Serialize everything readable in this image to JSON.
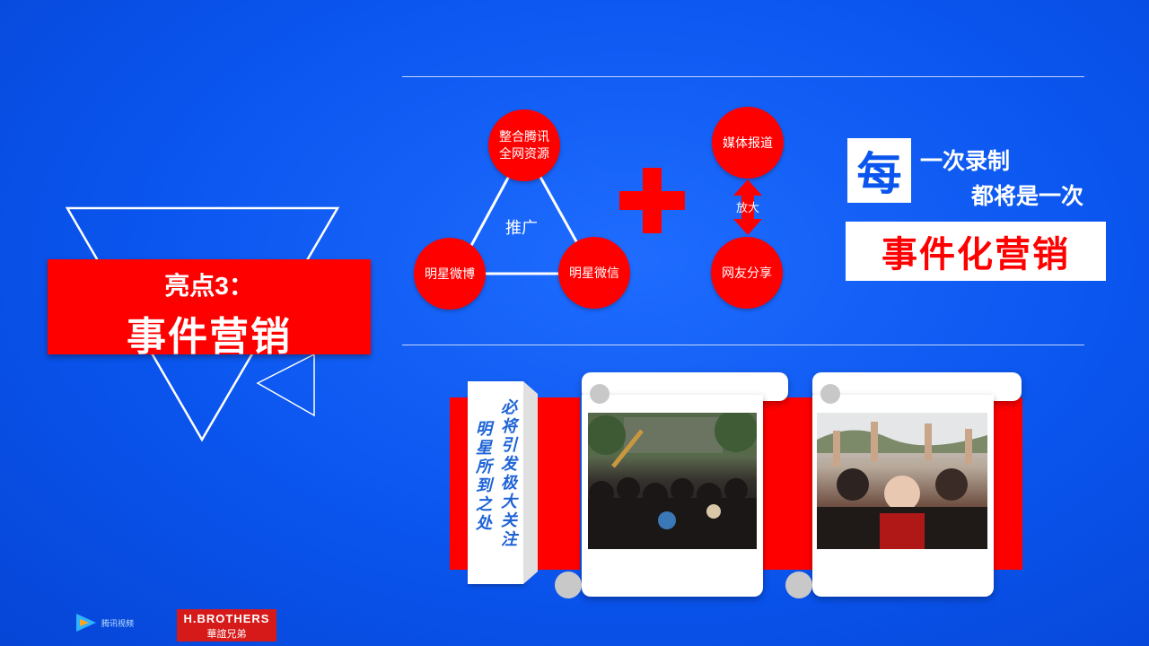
{
  "headline": {
    "line1": "亮点3：",
    "line2": "事件营销"
  },
  "triangle_diagram": {
    "top": [
      "整合腾讯",
      "全网资源"
    ],
    "left": "明星微博",
    "right": "明星微信",
    "center": "推广"
  },
  "amplify_diagram": {
    "top": "媒体报道",
    "bottom": "网友分享",
    "arrow_label": "放大"
  },
  "slogan": {
    "badge_char": "每",
    "line1": "一次录制",
    "line2": "都将是一次",
    "highlight": "事件化营销"
  },
  "vertical_caption": {
    "col1": "必将引发极大关注",
    "col2": "明星所到之处"
  },
  "logos": {
    "tencent_text": "腾讯视频",
    "hbrothers_en": "H.BROTHERS",
    "hbrothers_cn": "華誼兄弟"
  },
  "colors": {
    "background": "#0a55ee",
    "accent_red": "#ff0000",
    "caption_blue": "#1e63d6"
  }
}
